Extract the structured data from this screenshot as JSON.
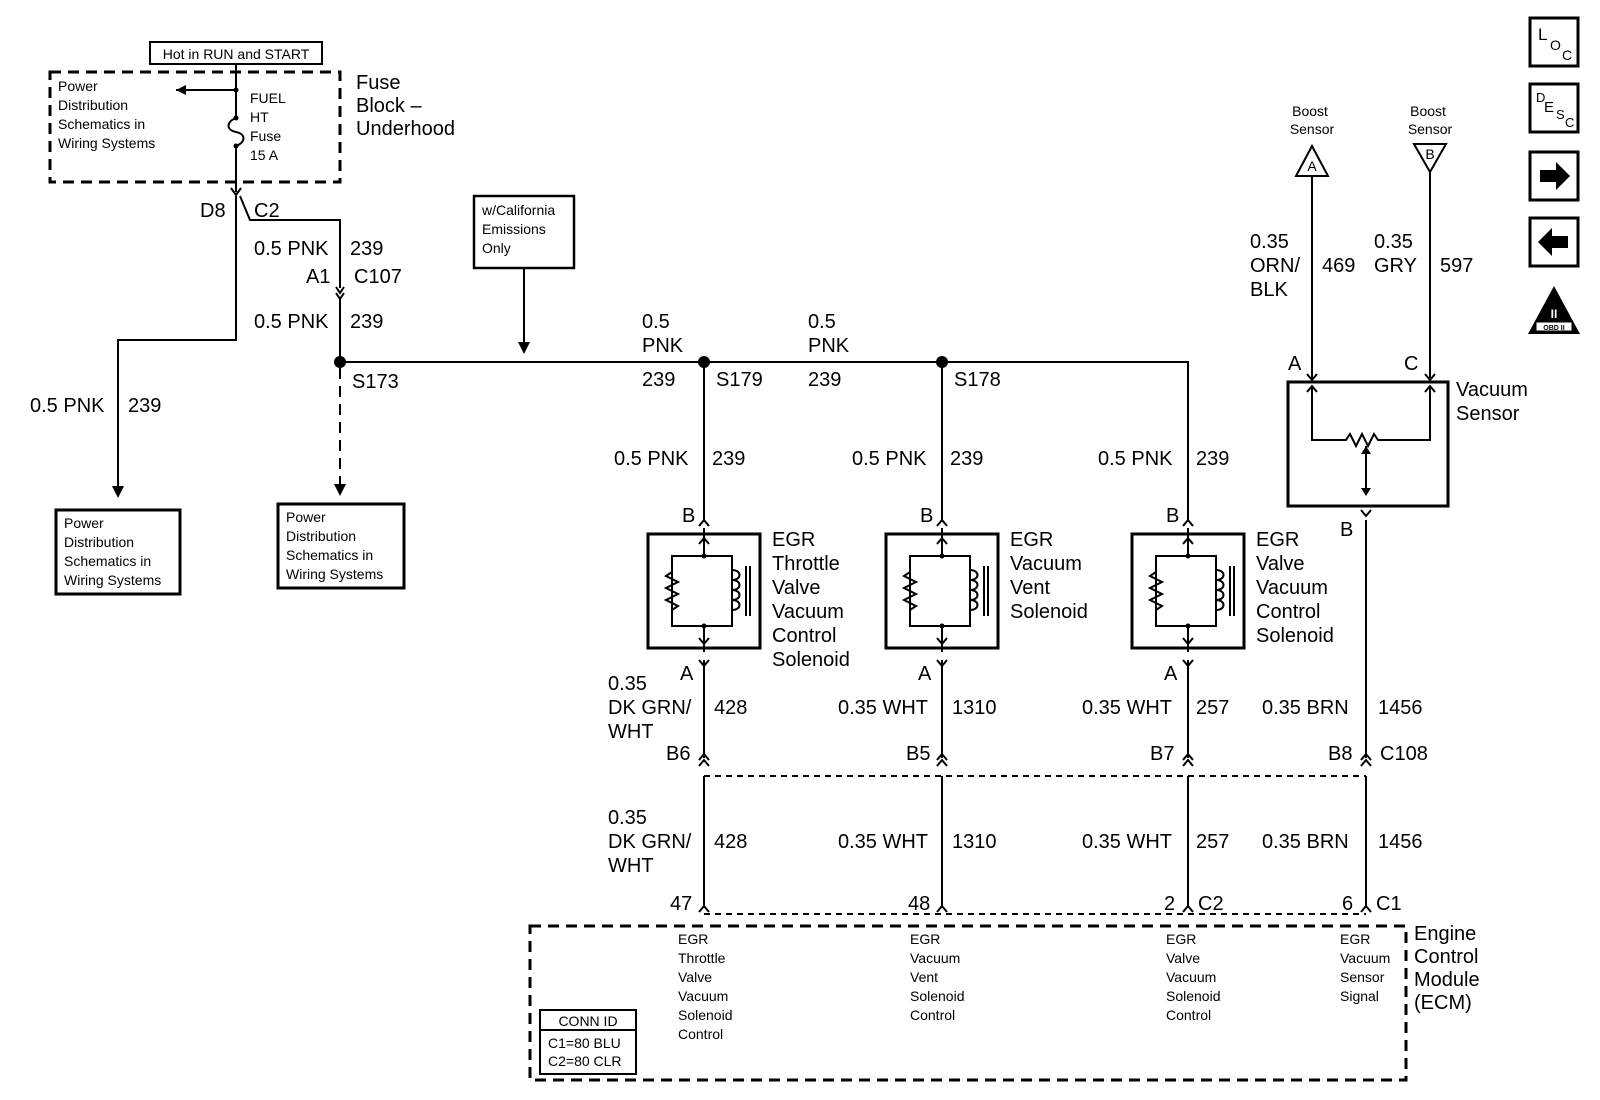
{
  "fuse_block": {
    "hot_label": "Hot in RUN and START",
    "power_lines": [
      "Power",
      "Distribution",
      "Schematics in",
      "Wiring Systems"
    ],
    "fuse_lines": [
      "FUEL",
      "HT",
      "Fuse",
      "15 A"
    ],
    "block_title_lines": [
      "Fuse",
      "Block –",
      "Underhood"
    ]
  },
  "terminals": {
    "d8": "D8",
    "c2": "C2",
    "a1": "A1",
    "c107": "C107"
  },
  "wires": {
    "pnk_gauge_color": "0.5 PNK",
    "pnk_gauge": "0.5",
    "pnk_color": "PNK",
    "pnk_circuit": "239"
  },
  "splices": {
    "s173": "S173",
    "s179": "S179",
    "s178": "S178"
  },
  "power_dist_box_lines": [
    "Power",
    "Distribution",
    "Schematics in",
    "Wiring Systems"
  ],
  "california_note_lines": [
    "w/California",
    "Emissions",
    "Only"
  ],
  "solenoids": [
    {
      "label_lines": [
        "EGR",
        "Throttle",
        "Valve",
        "Vacuum",
        "Control",
        "Solenoid"
      ]
    },
    {
      "label_lines": [
        "EGR",
        "Vacuum",
        "Vent",
        "Solenoid"
      ]
    },
    {
      "label_lines": [
        "EGR",
        "Valve",
        "Vacuum",
        "Control",
        "Solenoid"
      ]
    }
  ],
  "pin_labels": {
    "a": "A",
    "b": "B",
    "c": "C"
  },
  "lower_wires": {
    "w428_lines": [
      "0.35",
      "DK GRN/",
      "WHT"
    ],
    "w428_circuit": "428",
    "w1310": "0.35 WHT",
    "w1310_circuit": "1310",
    "w257": "0.35 WHT",
    "w257_circuit": "257",
    "w1456": "0.35 BRN",
    "w1456_circuit": "1456"
  },
  "c108_pins": {
    "b6": "B6",
    "b5": "B5",
    "b7": "B7",
    "b8": "B8",
    "c108": "C108"
  },
  "ecm_pins": {
    "p47": "47",
    "p48": "48",
    "p2": "2",
    "c2": "C2",
    "p6": "6",
    "c1": "C1"
  },
  "ecm": {
    "title_lines": [
      "Engine",
      "Control",
      "Module",
      "(ECM)"
    ],
    "func1": [
      "EGR",
      "Throttle",
      "Valve",
      "Vacuum",
      "Solenoid",
      "Control"
    ],
    "func2": [
      "EGR",
      "Vacuum",
      "Vent",
      "Solenoid",
      "Control"
    ],
    "func3": [
      "EGR",
      "Valve",
      "Vacuum",
      "Solenoid",
      "Control"
    ],
    "func4": [
      "EGR",
      "Vacuum",
      "Sensor",
      "Signal"
    ],
    "conn_title": "CONN ID",
    "conn_lines": [
      "C1=80 BLU",
      "C2=80 CLR"
    ]
  },
  "boost": {
    "label_lines": [
      "Boost",
      "Sensor"
    ],
    "ref_a": "A",
    "ref_b": "B",
    "w469_lines": [
      "0.35",
      "ORN/",
      "BLK"
    ],
    "w469_circuit": "469",
    "w597_lines": [
      "0.35",
      "GRY"
    ],
    "w597_circuit": "597"
  },
  "vacuum_sensor": {
    "label_lines": [
      "Vacuum",
      "Sensor"
    ]
  },
  "nav": {
    "loc": {
      "main": "L",
      "sub": "O",
      "sub2": "C"
    },
    "desc": {
      "main": "D",
      "mid": "E",
      "sub": "S",
      "sub2": "C"
    },
    "obd_label": "OBD II",
    "obd_numeral": "II",
    "forward_icon": "arrow-right",
    "back_icon": "arrow-left"
  }
}
